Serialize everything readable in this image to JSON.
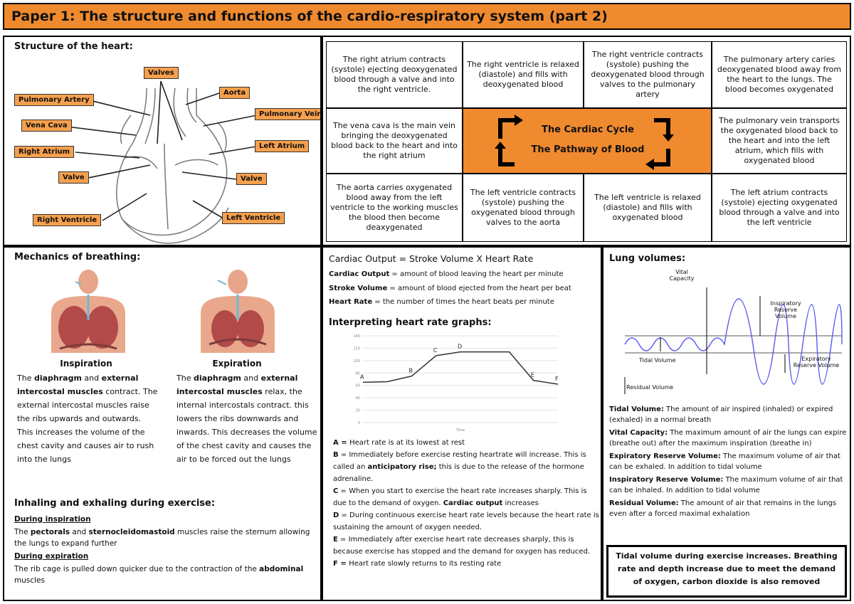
{
  "title": "Paper 1: The structure and functions of the cardio-respiratory system (part 2)",
  "heart": {
    "heading": "Structure of the heart:",
    "labels": {
      "valves": "Valves",
      "pulmonary_artery": "Pulmonary Artery",
      "aorta": "Aorta",
      "pulmonary_vein": "Pulmonary Vein",
      "vena_cava": "Vena Cava",
      "left_atrium": "Left Atrium",
      "right_atrium": "Right Atrium",
      "valve_left": "Valve",
      "valve_right": "Valve",
      "right_ventricle": "Right Ventricle",
      "left_ventricle": "Left Ventricle"
    }
  },
  "cycle": {
    "center_line1": "The Cardiac Cycle",
    "center_line2": "The Pathway of Blood",
    "cells": [
      "The right atrium contracts (systole) ejecting deoxygenated blood through a valve and into the right ventricle.",
      "The right ventricle is relaxed (diastole) and fills with deoxygenated blood",
      "The right ventricle contracts (systole) pushing the deoxygenated blood through valves to the pulmonary artery",
      "The pulmonary artery caries deoxygenated blood away from the heart to the lungs. The blood becomes oxygenated",
      "The vena cava is the main vein bringing the deoxygenated blood back to the heart and into the right atrium",
      "The pulmonary vein transports the oxygenated blood back to the heart and into the left atrium, which fills with oxygenated blood",
      "The aorta carries oxygenated blood away from the left ventricle to the working muscles the blood then become deaxygenated",
      "The left ventricle contracts (systole) pushing the oxygenated blood through valves to the aorta",
      "The left ventricle is relaxed (diastole) and fills with oxygenated blood",
      "The left atrium contracts (systole) ejecting oxygenated blood through a valve and into the left ventricle"
    ]
  },
  "breathing": {
    "heading": "Mechanics of breathing:",
    "inspiration": {
      "title": "Inspiration",
      "p1": "The ",
      "b1": "diaphragm",
      "p2": " and ",
      "b2": "external intercostal muscles",
      "p3": " contract. The external intercostal muscles raise the ribs upwards and outwards. This increases the volume of the chest cavity and causes air to rush into the lungs"
    },
    "expiration": {
      "title": "Expiration",
      "p1": "The ",
      "b1": "diaphragm",
      "p2": " and ",
      "b2": "external intercostal muscles",
      "p3": " relax, the internal intercostals contract. this lowers the ribs downwards and inwards. This decreases the volume of the chest cavity and causes the air to be forced out the lungs"
    },
    "exercise_heading": "Inhaling and exhaling during exercise:",
    "during_inspiration": "During inspiration",
    "insp_p1": "The ",
    "insp_b1": "pectorals",
    "insp_p2": " and ",
    "insp_b2": "sternocleidomastoid",
    "insp_p3": " muscles raise the sternum allowing the lungs to expand further",
    "during_expiration": "During expiration",
    "exp_p1": "The rib cage is pulled down quicker due to the contraction of the ",
    "exp_b1": "abdominal",
    "exp_p2": " muscles"
  },
  "cardiac_output": {
    "heading": "Cardiac Output = Stroke Volume X Heart Rate",
    "co_term": "Cardiac Output",
    "co_def": " = amount of blood leaving the heart per minute",
    "sv_term": "Stroke Volume",
    "sv_def": " = amount of blood ejected from the heart per beat",
    "hr_term": "Heart Rate",
    "hr_def": " = the number of times the heart beats per minute",
    "graph_heading": "Interpreting heart rate graphs:",
    "A_key": "A = ",
    "A_text": "Heart rate is at its lowest at rest",
    "B_key": "B",
    "B_text1": " = Immediately before exercise resting heartrate will increase. This is called an ",
    "B_bold": "anticipatory rise;",
    "B_text2": " this is due to the release of the hormone adrenaline.",
    "C_key": "C",
    "C_text1": " = When you start to exercise the heart rate increases sharply. This is due to the demand of oxygen. ",
    "C_bold": "Cardiac output",
    "C_text2": " increases",
    "D_key": "D",
    "D_text": " = During continuous exercise heart rate levels because the heart rate is sustaining the amount of oxygen needed.",
    "E_key": "E",
    "E_text": " = Immediately after exercise heart rate decreases sharply, this is because exercise has stopped and the demand for oxygen has reduced.",
    "F_key": "F = ",
    "F_text": "Heart rate slowly returns to its resting rate"
  },
  "chart_data": {
    "type": "line",
    "x": [
      0,
      1,
      2,
      3,
      4,
      5,
      6,
      7,
      8
    ],
    "values": [
      65,
      66,
      75,
      108,
      114,
      114,
      114,
      68,
      62
    ],
    "point_labels": [
      "A",
      "",
      "B",
      "C",
      "D",
      "",
      "",
      "E",
      "F"
    ],
    "yticks": [
      "0",
      "20",
      "40",
      "60",
      "80",
      "100",
      "120",
      "140"
    ],
    "ylim": [
      0,
      140
    ],
    "xlabel": "Time",
    "color": "#333333"
  },
  "lung": {
    "heading": "Lung volumes:",
    "graph_labels": {
      "vital": "Vital",
      "capacity": "Capacity",
      "irv1": "Inspiratory",
      "irv2": "Reserve",
      "irv3": "Volume",
      "tidal": "Tidal Volume",
      "erv1": "Expiratory",
      "erv2": "Reserve Volume",
      "residual": "Residual Volume"
    },
    "tv_term": "Tidal Volume:",
    "tv_def": " The amount of air inspired (inhaled) or expired (exhaled) in a normal breath",
    "vc_term": "Vital Capacity:",
    "vc_def": " The maximum amount of air the lungs can expire (breathe out) after the maximum inspiration (breathe in)",
    "erv_term": "Expiratory Reserve Volume:",
    "erv_def": " The maximum volume of air that can be exhaled. In addition to tidal volume",
    "irv_term": "Inspiratory Reserve Volume:",
    "irv_def": " The maximum volume of air that can be inhaled. In addition to tidal volume",
    "rv_term": "Residual Volume:",
    "rv_def": " The amount of air that remains in the lungs even after a forced maximal exhalation",
    "summary": "Tidal volume during exercise increases. Breathing rate and depth increase due to meet the demand of oxygen, carbon dioxide is also removed"
  },
  "colors": {
    "accent": "#f08a2e",
    "label": "#f6a04d"
  }
}
